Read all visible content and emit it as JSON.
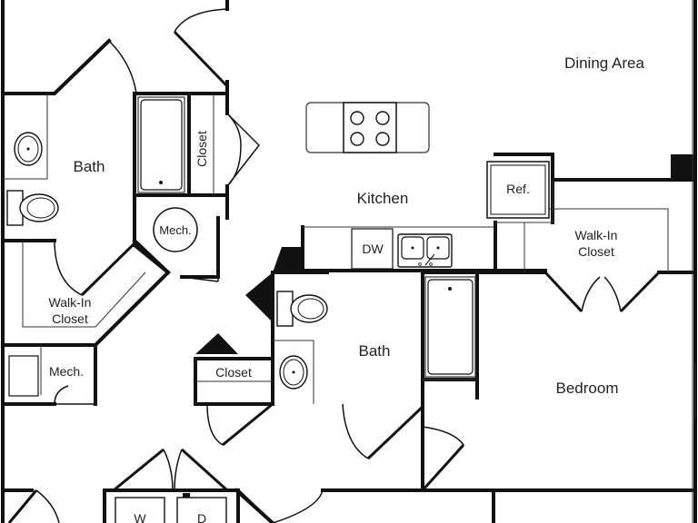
{
  "floor_plan": {
    "colors": {
      "wall": "#111111",
      "fixture": "#333333",
      "background": "#ffffff"
    },
    "rooms": {
      "dining_area": "Dining Area",
      "kitchen": "Kitchen",
      "bath_left": "Bath",
      "bath_center": "Bath",
      "bedroom": "Bedroom",
      "walk_in_closet_left_1": "Walk-In",
      "walk_in_closet_left_2": "Closet",
      "walk_in_closet_right_1": "Walk-In",
      "walk_in_closet_right_2": "Closet",
      "closet_vertical": "Closet",
      "closet_center": "Closet",
      "mech_circle": "Mech.",
      "mech_left": "Mech."
    },
    "fixtures": {
      "refrigerator": "Ref.",
      "dishwasher": "DW",
      "washer": "W",
      "dryer": "D"
    }
  }
}
